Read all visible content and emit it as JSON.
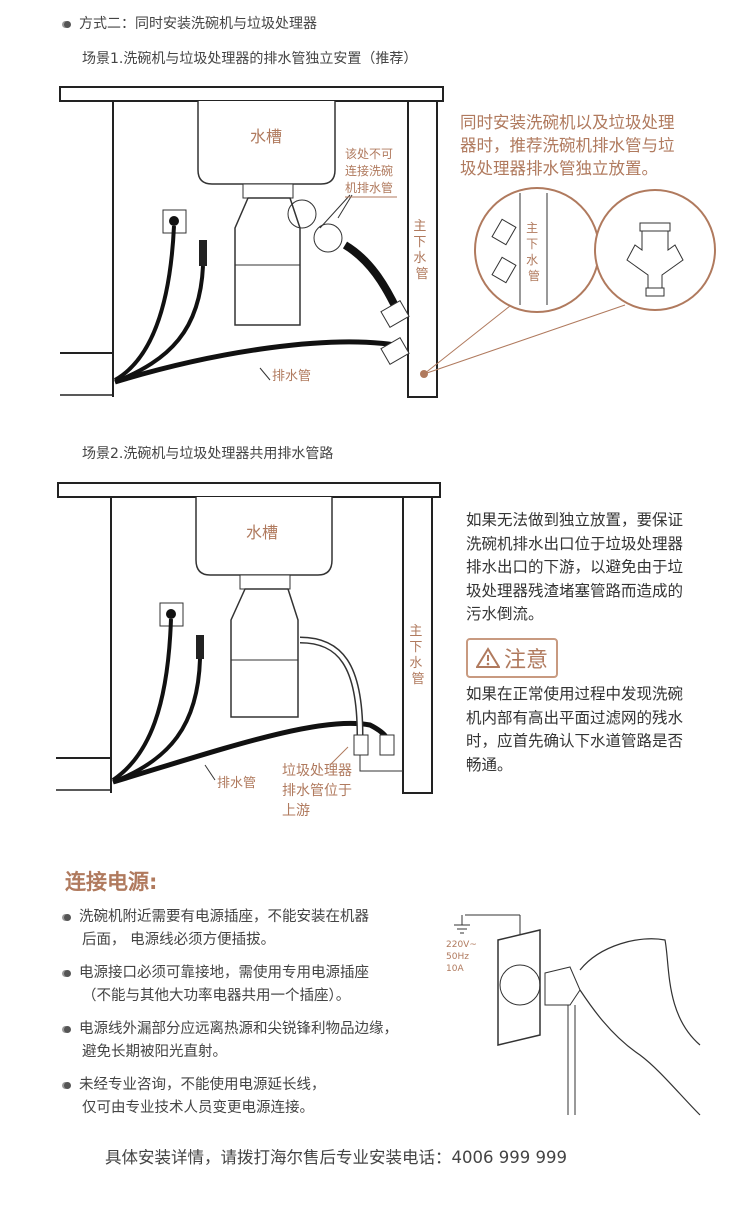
{
  "method": {
    "title": "方式二：同时安装洗碗机与垃圾处理器"
  },
  "scene1": {
    "title": "场景1.洗碗机与垃圾处理器的排水管独立安置（推荐）",
    "sink_label": "水槽",
    "warning_lines": [
      "该处不可",
      "连接洗碗",
      "机排水管"
    ],
    "main_pipe_label": [
      "主",
      "下",
      "水",
      "管"
    ],
    "drain_label": "排水管",
    "description_lines": [
      "同时安装洗碗机以及垃圾处理",
      "器时，推荐洗碗机排水管与垃",
      "圾处理器排水管独立放置。"
    ]
  },
  "scene2": {
    "title": "场景2.洗碗机与垃圾处理器共用排水管路",
    "sink_label": "水槽",
    "main_pipe_label": [
      "主",
      "下",
      "水",
      "管"
    ],
    "drain_label": "排水管",
    "upstream_lines": [
      "垃圾处理器",
      "排水管位于",
      "上游"
    ],
    "description_lines": [
      "如果无法做到独立放置，要保证",
      "洗碗机排水出口位于垃圾处理器",
      "排水出口的下游，以避免由于垃",
      "圾处理器残渣堵塞管路而造成的",
      "污水倒流。"
    ],
    "notice_label": "注意",
    "notice_lines": [
      "如果在正常使用过程中发现洗碗",
      "机内部有高出平面过滤网的残水",
      "时，应首先确认下水道管路是否",
      "畅通。"
    ]
  },
  "power": {
    "heading": "连接电源:",
    "bullets": [
      [
        "洗碗机附近需要有电源插座，不能安装在机器",
        "后面， 电源线必须方便插拔。"
      ],
      [
        "电源接口必须可靠接地，需使用专用电源插座",
        "（不能与其他大功率电器共用一个插座）。"
      ],
      [
        "电源线外漏部分应远离热源和尖锐锋利物品边缘，",
        "避免长期被阳光直射。"
      ],
      [
        "未经专业咨询，不能使用电源延长线，",
        "仅可由专业技术人员变更电源连接。"
      ]
    ],
    "socket_spec": [
      "220V~",
      "50Hz",
      "10A"
    ]
  },
  "footer": {
    "text": "具体安装详情，请拨打海尔售后专业安装电话：4006 999 999"
  },
  "colors": {
    "accent": "#b07a5e",
    "text": "#444444"
  }
}
